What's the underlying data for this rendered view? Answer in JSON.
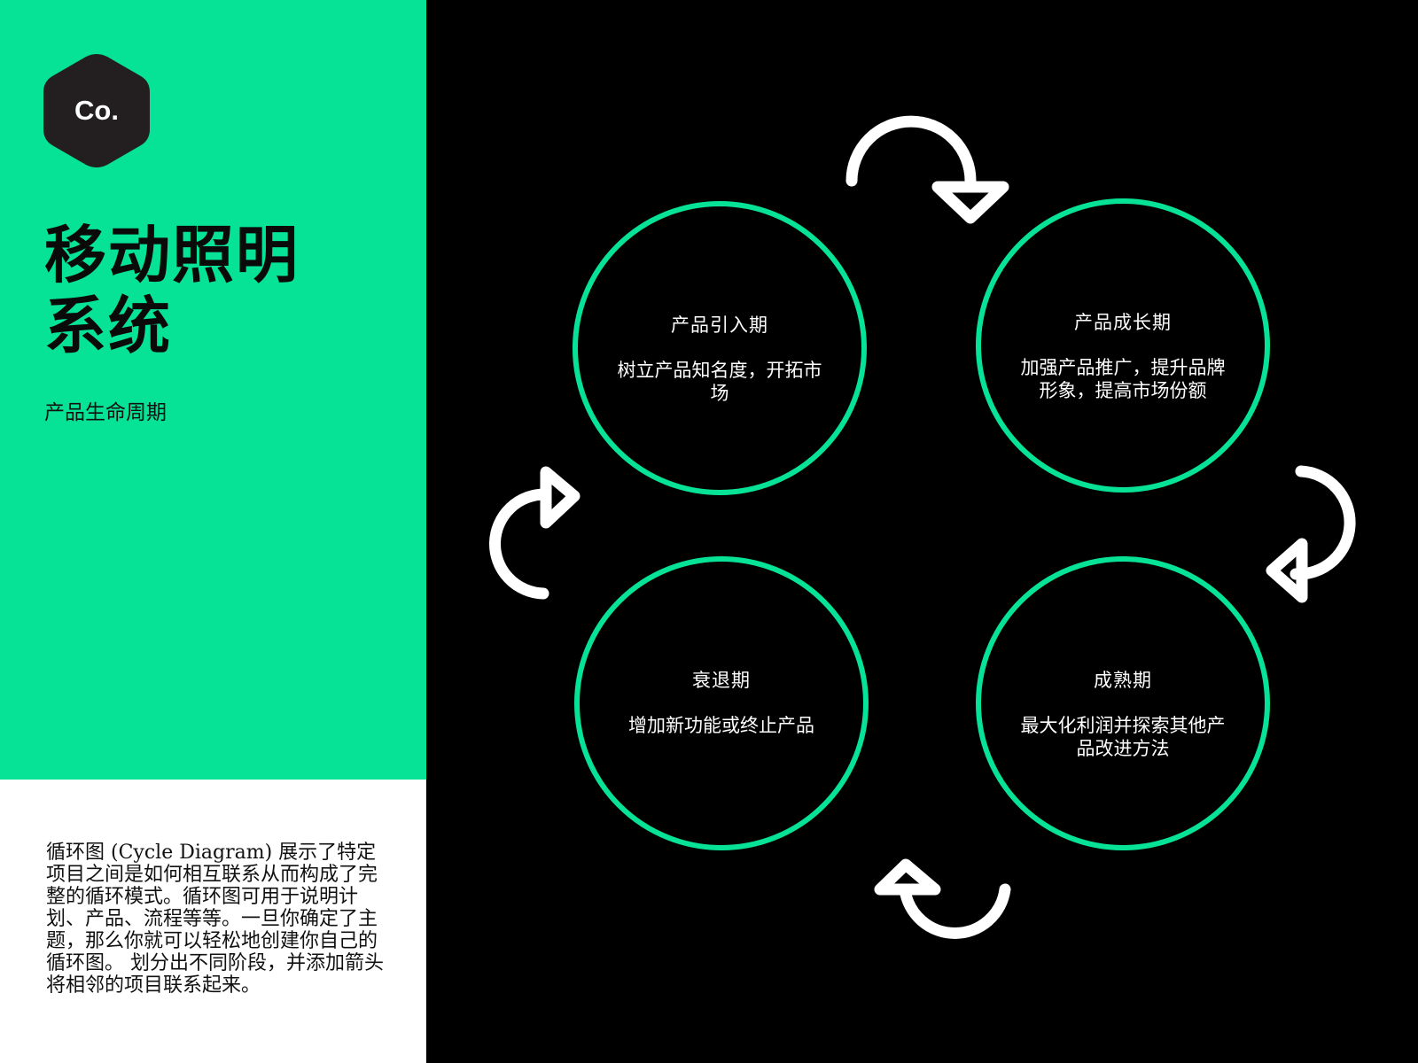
{
  "logo": {
    "text": "Co."
  },
  "title": "移动照明\n系统",
  "subtitle": "产品生命周期",
  "description": "循环图 (Cycle Diagram) 展示了特定项目之间是如何相互联系从而构成了完整的循环模式。循环图可用于说明计划、产品、流程等等。一旦你确定了主题，那么你就可以轻松地创建你自己的循环图。 划分出不同阶段，并添加箭头将相邻的项目联系起来。",
  "colors": {
    "accent": "#06e396",
    "background": "#000000",
    "panel_light": "#ffffff"
  },
  "stages": [
    {
      "title": "产品引入期",
      "desc": "树立产品知名度，开拓市场"
    },
    {
      "title": "产品成长期",
      "desc": "加强产品推广，提升品牌形象，提高市场份额"
    },
    {
      "title": "成熟期",
      "desc": "最大化利润并探索其他产品改进方法"
    },
    {
      "title": "衰退期",
      "desc": "增加新功能或终止产品"
    }
  ]
}
